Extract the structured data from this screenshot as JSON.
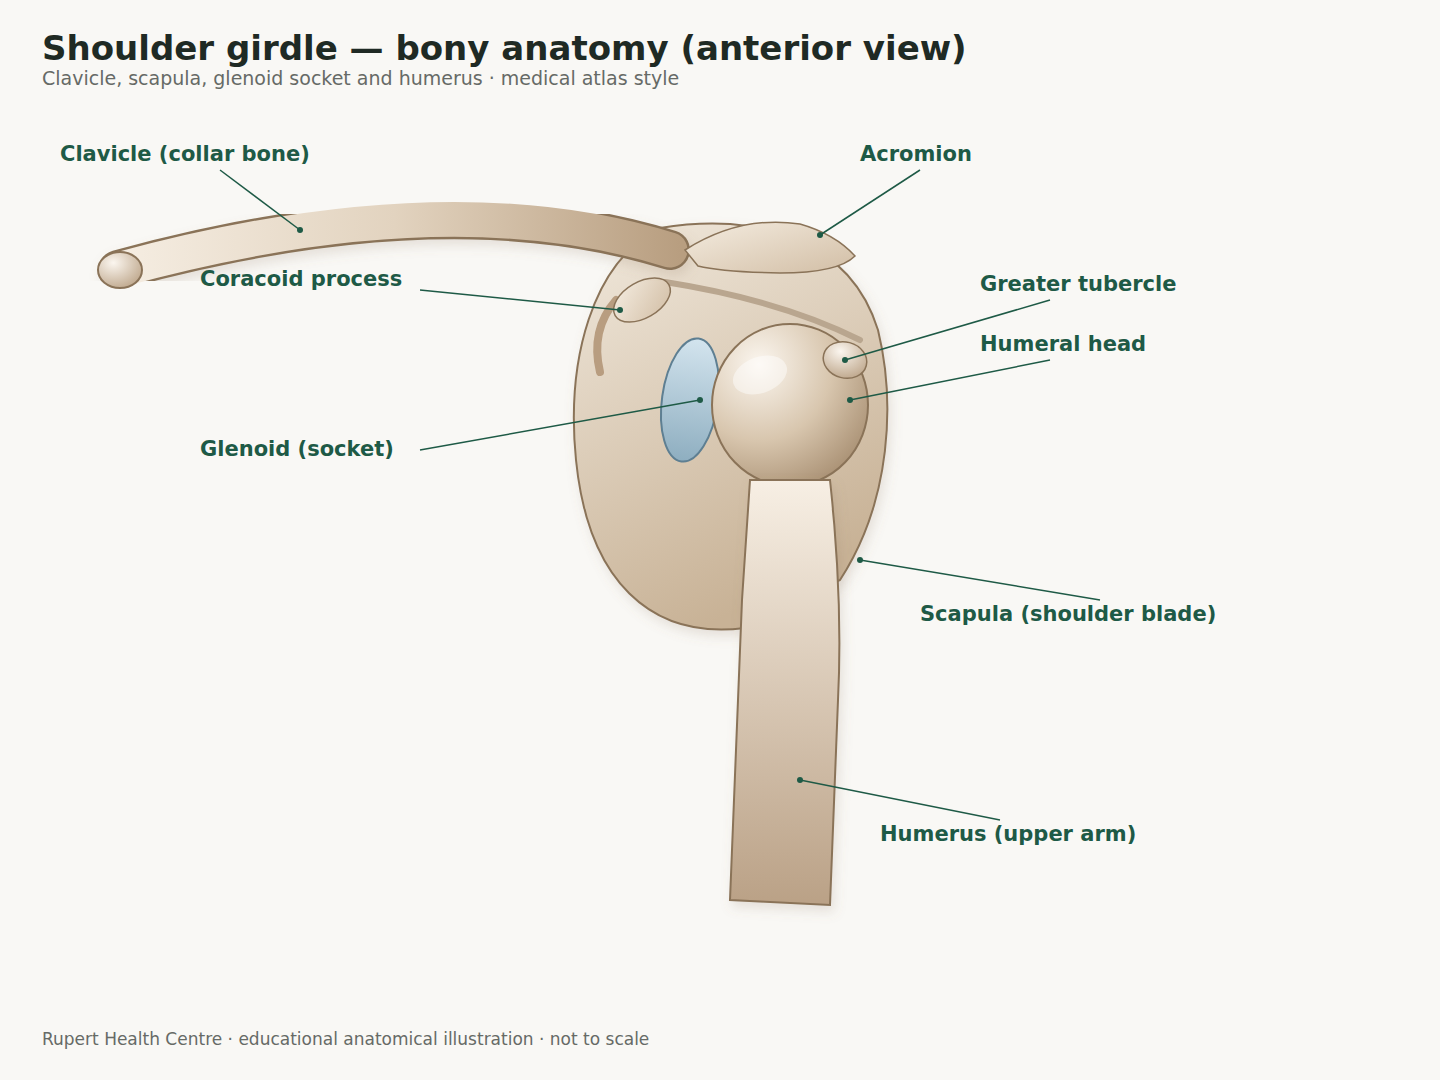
{
  "diagram": {
    "title": "Shoulder girdle — bony anatomy (anterior view)",
    "labels": [
      "Clavicle, scapula, glenoid socket and humerus · medical atlas style",
      "Clavicle (collar bone)",
      "Acromion",
      "Coracoid process",
      "Greater tubercle",
      "Humeral head",
      "Glenoid (socket)",
      "Scapula (shoulder blade)",
      "Humerus (upper arm)",
      "Rupert Health Centre · educational anatomical illustration · not to scale"
    ]
  }
}
